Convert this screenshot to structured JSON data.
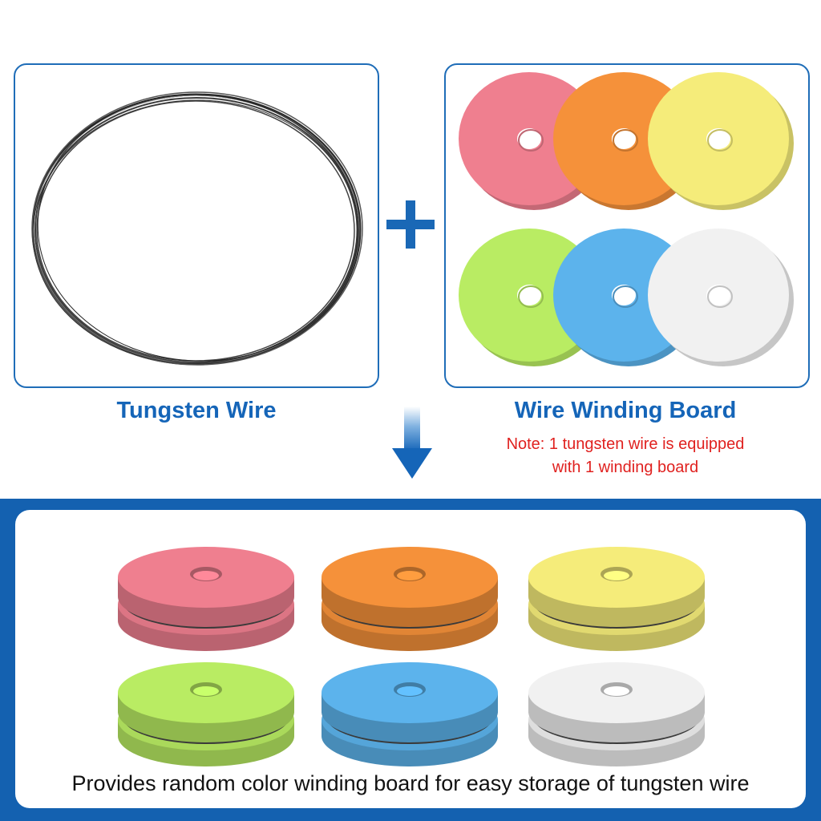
{
  "labels": {
    "tungsten_wire": "Tungsten Wire",
    "wire_winding_board": "Wire Winding Board",
    "note_line1": "Note: 1 tungsten wire is equipped",
    "note_line2": "with 1 winding board",
    "bottom_caption": "Provides random color winding board for easy storage of tungsten wire"
  },
  "colors": {
    "accent_blue": "#1f6db8",
    "caption_blue": "#1565b8",
    "note_red": "#e0211f",
    "band_blue": "#1461b0"
  },
  "board_colors": [
    {
      "name": "pink",
      "hex": "#ef7f8f"
    },
    {
      "name": "orange",
      "hex": "#f5913a"
    },
    {
      "name": "yellow",
      "hex": "#f5ec7a"
    },
    {
      "name": "green",
      "hex": "#b9ec63"
    },
    {
      "name": "blue",
      "hex": "#5cb3ec"
    },
    {
      "name": "white",
      "hex": "#f1f1f1"
    }
  ],
  "icons": {
    "plus": "plus-icon",
    "arrow": "arrow-down-icon",
    "wire": "tungsten-wire-coil"
  }
}
